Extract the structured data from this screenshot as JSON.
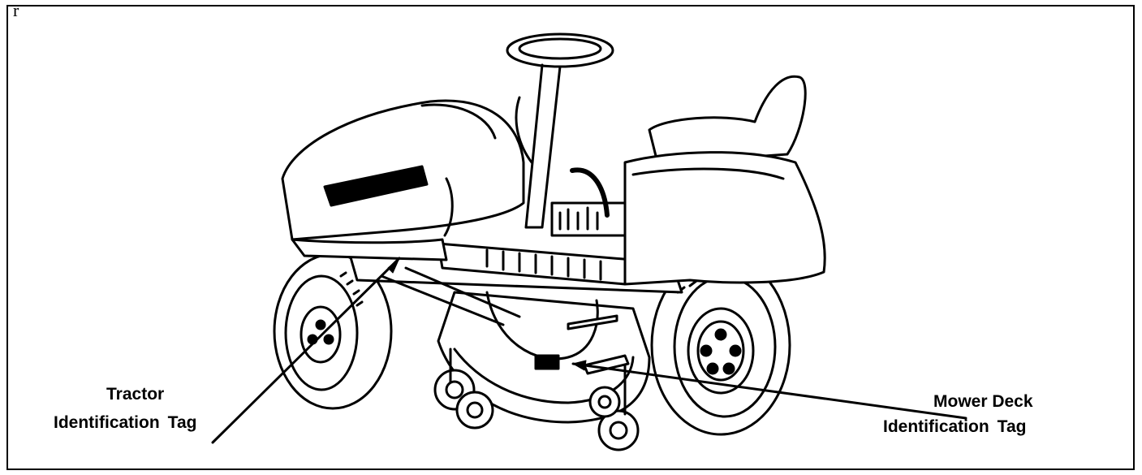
{
  "corner_mark": "r",
  "labels": {
    "tractor_line1": "Tractor",
    "tractor_line2_a": "Identification",
    "tractor_line2_b": "Tag",
    "mower_line1": "Mower Deck",
    "mower_line2_a": "Identification",
    "mower_line2_b": "Tag"
  },
  "colors": {
    "ink": "#000000",
    "paper": "#ffffff"
  }
}
